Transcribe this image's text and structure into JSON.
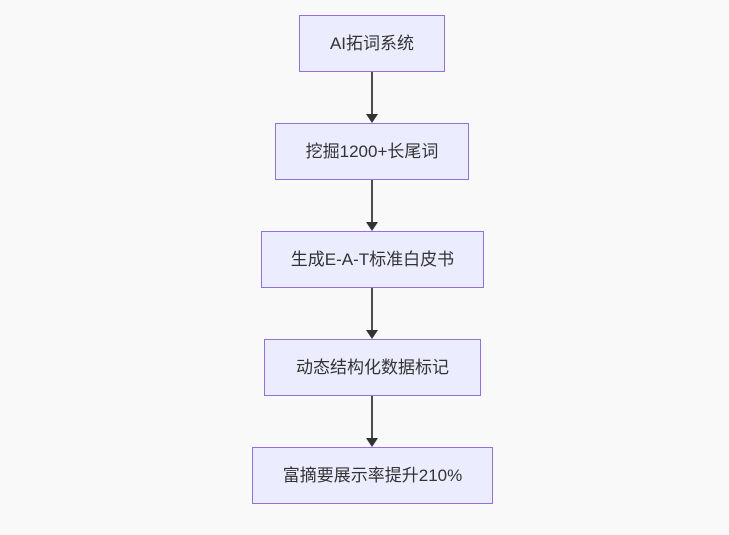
{
  "diagram": {
    "type": "flowchart",
    "direction": "top-down",
    "nodes": [
      {
        "id": "n1",
        "label": "AI拓词系统"
      },
      {
        "id": "n2",
        "label": "挖掘1200+长尾词"
      },
      {
        "id": "n3",
        "label": "生成E-A-T标准白皮书"
      },
      {
        "id": "n4",
        "label": "动态结构化数据标记"
      },
      {
        "id": "n5",
        "label": "富摘要展示率提升210%"
      }
    ],
    "edges": [
      {
        "from": "n1",
        "to": "n2"
      },
      {
        "from": "n2",
        "to": "n3"
      },
      {
        "from": "n3",
        "to": "n4"
      },
      {
        "from": "n4",
        "to": "n5"
      }
    ],
    "colors": {
      "background": "#f9f9f9",
      "node_fill": "#ececff",
      "node_border": "#9370db",
      "node_text": "#333333",
      "arrow_line": "#4d4d4d",
      "arrow_head": "#333333"
    }
  }
}
